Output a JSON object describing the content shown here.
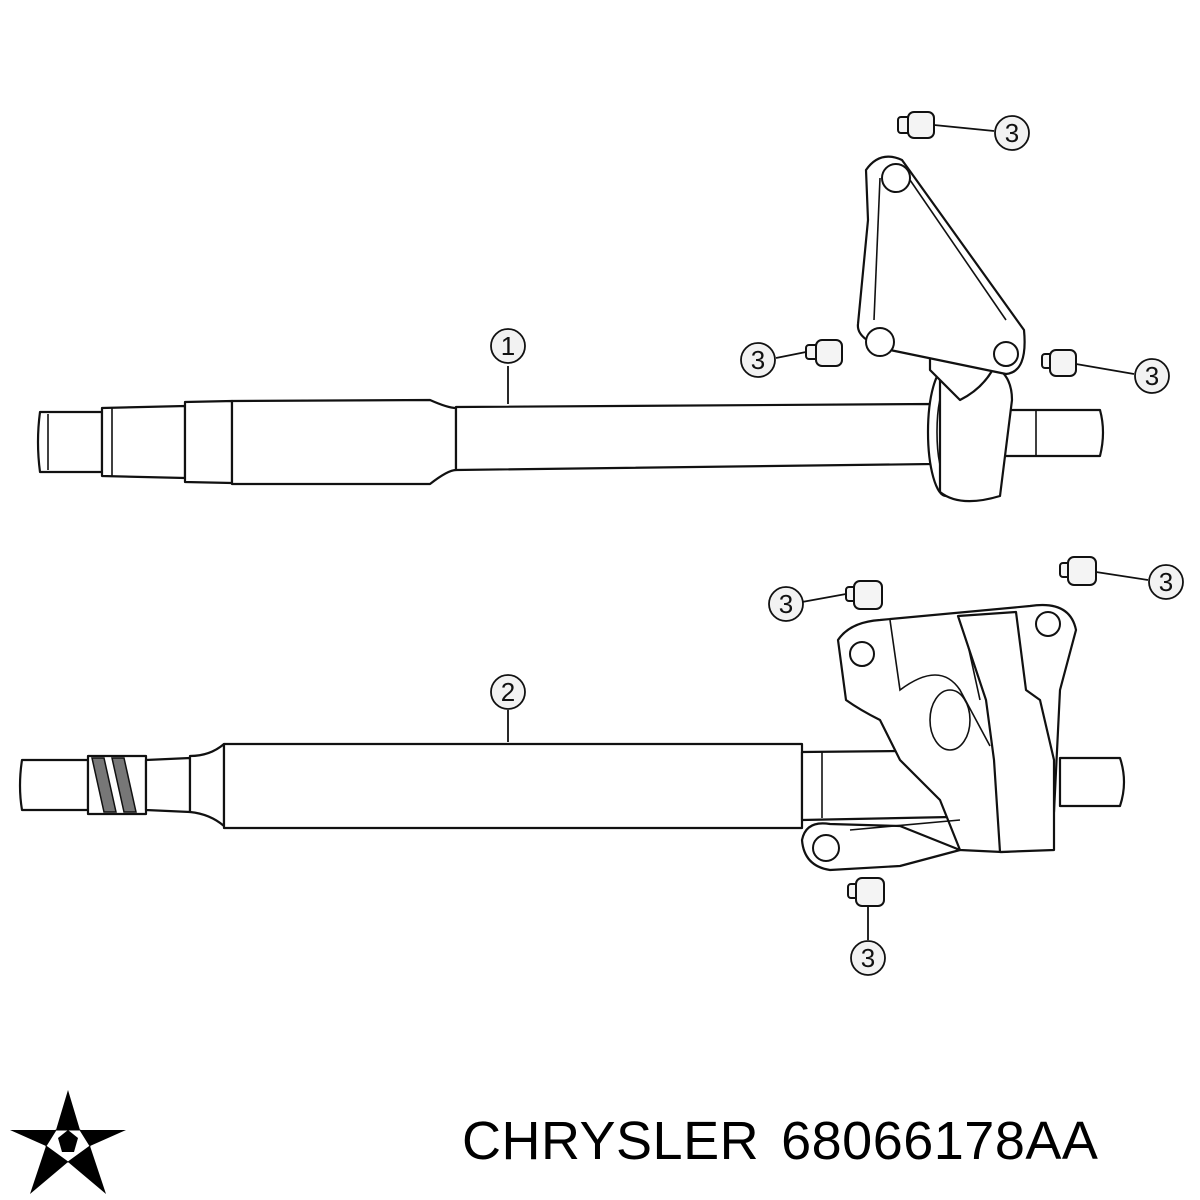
{
  "diagram": {
    "callouts": {
      "part_1": "1",
      "part_2": "2",
      "bolt_a": "3",
      "bolt_b": "3",
      "bolt_c": "3",
      "bolt_d": "3",
      "bolt_e": "3",
      "bolt_f": "3"
    }
  },
  "footer": {
    "brand": "CHRYSLER",
    "part_number": "68066178AA",
    "logo_icon": "chrysler-pentastar-icon"
  }
}
